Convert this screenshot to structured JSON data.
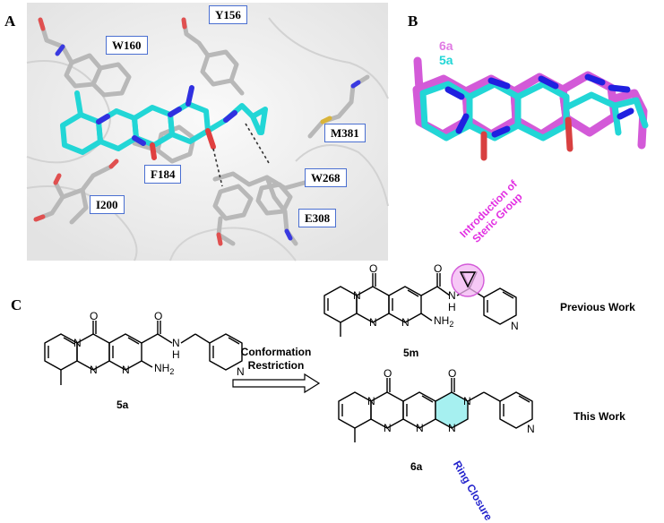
{
  "panels": {
    "a": "A",
    "b": "B",
    "c": "C"
  },
  "residues": {
    "y156": "Y156",
    "w160": "W160",
    "m381": "M381",
    "f184": "F184",
    "w268": "W268",
    "i200": "I200",
    "e308": "E308"
  },
  "overlay_legend": {
    "first": "6a",
    "second": "5a"
  },
  "compounds": {
    "c5a": "5a",
    "c5m": "5m",
    "c6a": "6a"
  },
  "works": {
    "previous": "Previous Work",
    "this": "This Work"
  },
  "arrow_label": {
    "line1": "Conformation",
    "line2": "Restriction"
  },
  "annotations": {
    "steric_line1": "Introduction of",
    "steric_line2": "Steric Group",
    "ring_closure": "Ring Closure"
  },
  "atoms": {
    "O": "O",
    "N": "N",
    "NH": "N",
    "H": "H",
    "NH2": "NH",
    "sub2": "2"
  },
  "colors": {
    "cyan": "#22d6d6",
    "magenta": "#d35ad8",
    "blue": "#2020e0",
    "frame": "#4a6fd1",
    "annotation_magenta": "#e22fe2",
    "annotation_blue": "#2222cc"
  }
}
